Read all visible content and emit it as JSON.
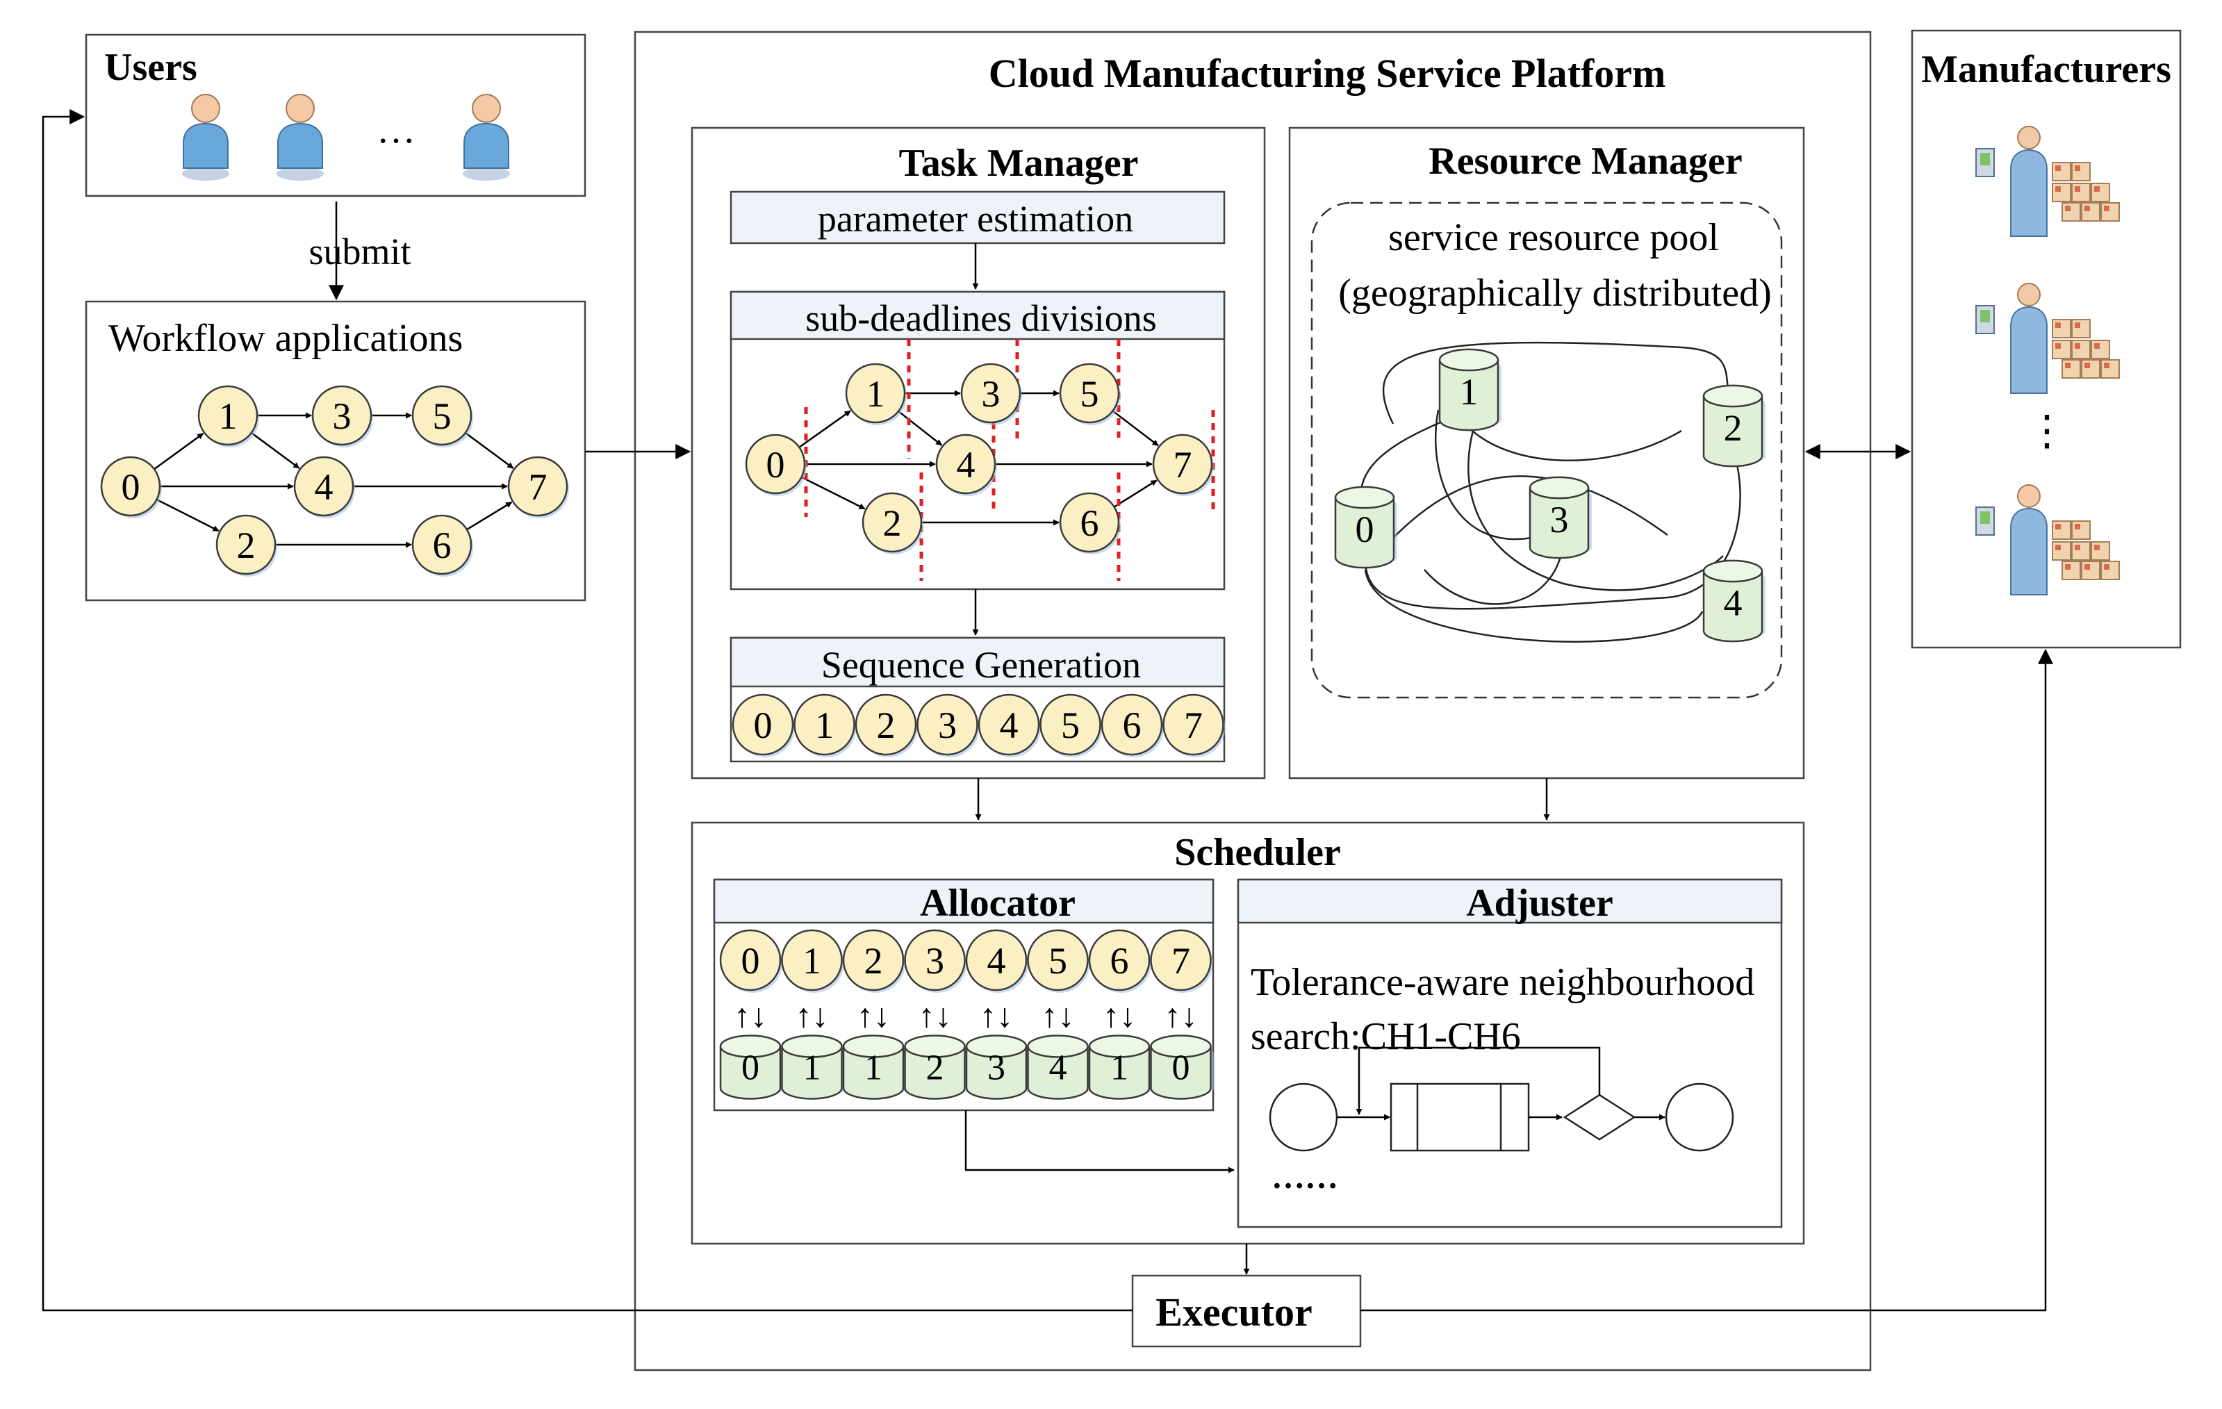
{
  "colors": {
    "node_fill": "#fbefc4",
    "node_stroke": "#3a3a3a",
    "cyl_fill": "#dff0d6",
    "cyl_top": "#ecf7e6",
    "shadow": "#9cbbe0",
    "header_fill": "#eef2f9",
    "deadline": "#e02020",
    "person_body": "#6aa8dc",
    "person_head": "#f4c9a5"
  },
  "icons": {
    "user": "person-icon",
    "manufacturer": "manufacturer-icon",
    "resource": "cylinder-icon",
    "task": "circle-node-icon"
  },
  "users": {
    "title": "Users",
    "ellipsis": "…",
    "submit_label": "submit"
  },
  "workflow": {
    "title": "Workflow applications",
    "nodes": [
      "0",
      "1",
      "2",
      "3",
      "4",
      "5",
      "6",
      "7"
    ]
  },
  "platform": {
    "title": "Cloud Manufacturing Service Platform"
  },
  "task_manager": {
    "title": "Task Manager",
    "param_label": "parameter estimation",
    "subdeadline_label": "sub-deadlines divisions",
    "subdeadline_nodes": [
      "0",
      "1",
      "2",
      "3",
      "4",
      "5",
      "6",
      "7"
    ],
    "sequence_label": "Sequence Generation",
    "sequence": [
      "0",
      "1",
      "2",
      "3",
      "4",
      "5",
      "6",
      "7"
    ]
  },
  "resource_manager": {
    "title": "Resource Manager",
    "pool_line1": "service resource pool",
    "pool_line2": "(geographically distributed)",
    "resources": [
      "0",
      "1",
      "2",
      "3",
      "4"
    ]
  },
  "manufacturers": {
    "title": "Manufacturers",
    "ellipsis": "⋮"
  },
  "scheduler": {
    "title": "Scheduler",
    "allocator": {
      "title": "Allocator",
      "tasks": [
        "0",
        "1",
        "2",
        "3",
        "4",
        "5",
        "6",
        "7"
      ],
      "swap_symbol": "↑↓",
      "resources": [
        "0",
        "1",
        "1",
        "2",
        "3",
        "4",
        "1",
        "0"
      ]
    },
    "adjuster": {
      "title": "Adjuster",
      "line1": "Tolerance-aware neighbourhood",
      "line2": "search:CH1-CH6",
      "ellipsis": "……"
    }
  },
  "executor": {
    "title": "Executor"
  }
}
